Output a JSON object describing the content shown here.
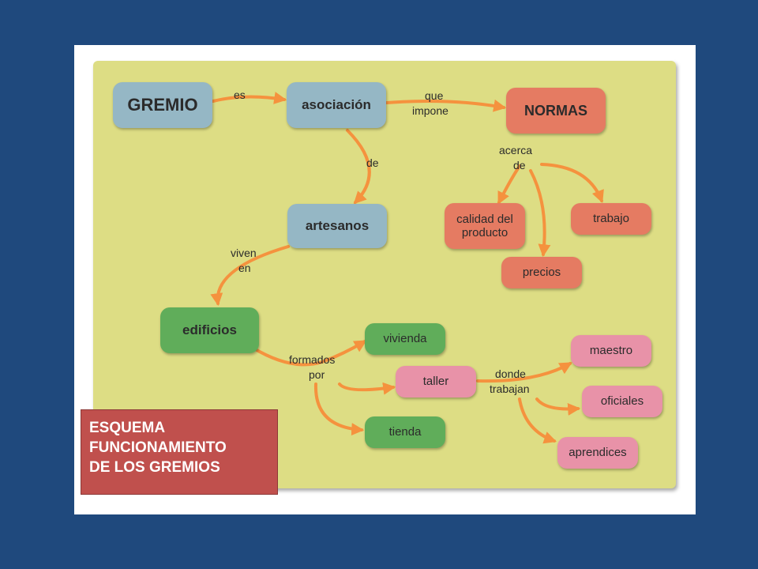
{
  "title": {
    "lines": [
      "ESQUEMA",
      "FUNCIONAMIENTO",
      "DE LOS GREMIOS"
    ]
  },
  "nodes": {
    "gremio": "GREMIO",
    "asociacion": "asociación",
    "normas": "NORMAS",
    "artesanos": "artesanos",
    "calidad_line1": "calidad del",
    "calidad_line2": "producto",
    "trabajo": "trabajo",
    "precios": "precios",
    "edificios": "edificios",
    "vivienda": "vivienda",
    "taller": "taller",
    "tienda": "tienda",
    "maestro": "maestro",
    "oficiales": "oficiales",
    "aprendices": "aprendices"
  },
  "links": {
    "es": "es",
    "que": "que",
    "impone": "impone",
    "de": "de",
    "acerca": "acerca",
    "acerca_de": "de",
    "viven": "viven",
    "en": "en",
    "formados": "formados",
    "por": "por",
    "donde": "donde",
    "trabajan": "trabajan"
  },
  "colors": {
    "background": "#1f497d",
    "board": "#dddd84",
    "arrow": "#f5923e",
    "blue_node": "#95b7c5",
    "red_node": "#e57b62",
    "green_node": "#60ad5a",
    "pink_node": "#e892a8",
    "title_box": "#c0504d"
  }
}
